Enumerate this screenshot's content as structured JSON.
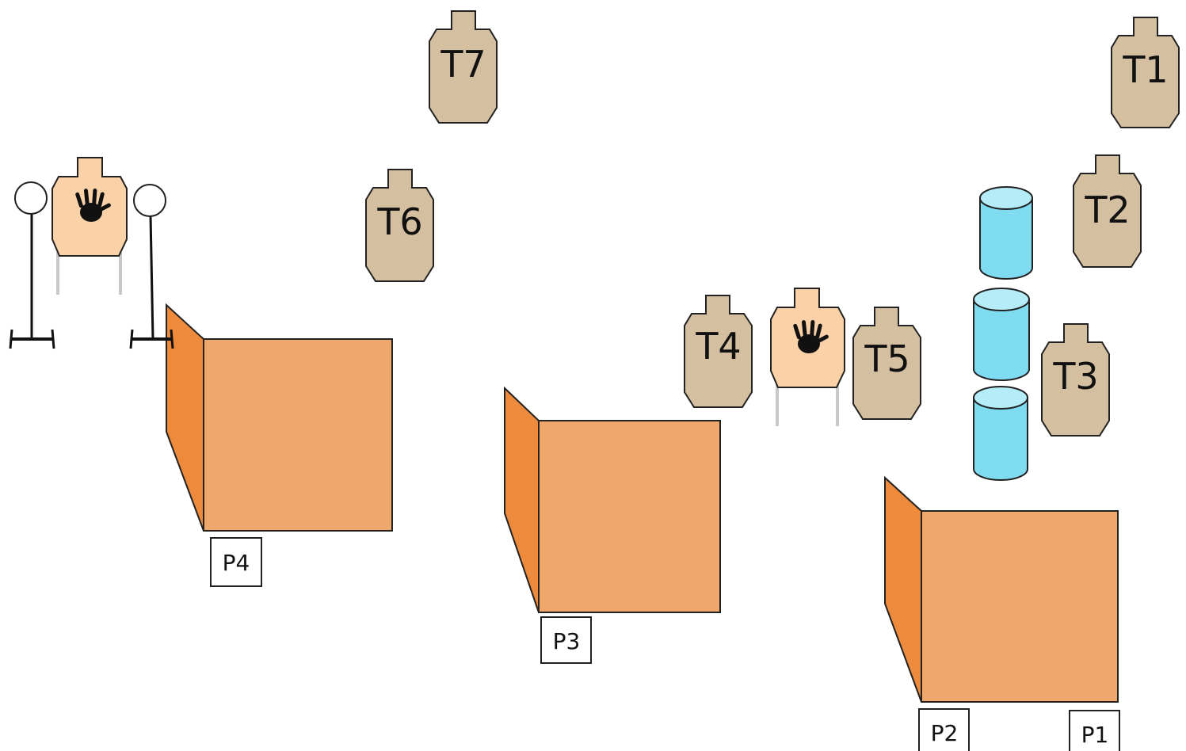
{
  "colors": {
    "target_fill": "#d4bfa0",
    "noshoot_fill": "#fbd2a8",
    "barricade_face": "#f0a76c",
    "barricade_side": "#ee8a3c",
    "barrel_fill": "#7fdcf0",
    "barrel_top": "#b4ecf7",
    "outline": "#222222",
    "stand_leg": "#c8c8c8"
  },
  "targets": [
    {
      "id": "t1",
      "label": "T1"
    },
    {
      "id": "t2",
      "label": "T2"
    },
    {
      "id": "t3",
      "label": "T3"
    },
    {
      "id": "t4",
      "label": "T4"
    },
    {
      "id": "t5",
      "label": "T5"
    },
    {
      "id": "t6",
      "label": "T6"
    },
    {
      "id": "t7",
      "label": "T7"
    }
  ],
  "no_shoot_targets": [
    {
      "id": "ns1",
      "icon": "hand-icon"
    },
    {
      "id": "ns2",
      "icon": "hand-icon"
    }
  ],
  "steel_plates": [
    {
      "id": "plate1",
      "icon": "steel-plate-icon"
    },
    {
      "id": "plate2",
      "icon": "steel-plate-icon"
    }
  ],
  "barrels": [
    {
      "id": "barrel1",
      "icon": "barrel-icon"
    },
    {
      "id": "barrel2",
      "icon": "barrel-icon"
    },
    {
      "id": "barrel3",
      "icon": "barrel-icon"
    }
  ],
  "positions": [
    {
      "id": "p1",
      "label": "P1"
    },
    {
      "id": "p2",
      "label": "P2"
    },
    {
      "id": "p3",
      "label": "P3"
    },
    {
      "id": "p4",
      "label": "P4"
    }
  ]
}
